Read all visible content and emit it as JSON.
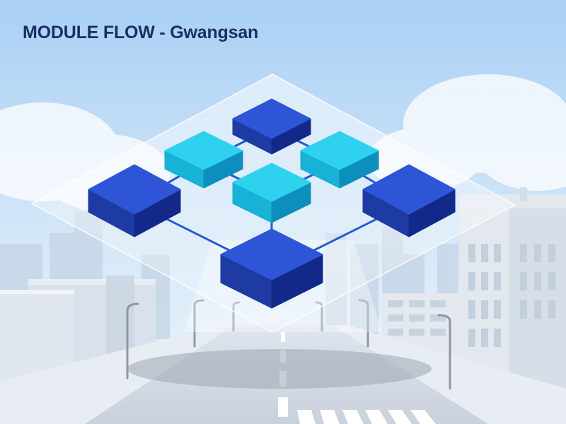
{
  "title": "MODULE FLOW - Gwangsan",
  "colors": {
    "dark_top": "#2d55d6",
    "dark_left": "#1e3aa3",
    "dark_right": "#13298a",
    "light_top": "#2fd2ee",
    "light_left": "#18b2d6",
    "light_right": "#0d8fbd",
    "connector": "#2557d6",
    "title": "#1a2f66"
  },
  "diagram": {
    "modules": [
      {
        "id": "top",
        "tone": "dark"
      },
      {
        "id": "upper-left",
        "tone": "light"
      },
      {
        "id": "upper-right",
        "tone": "light"
      },
      {
        "id": "center",
        "tone": "light"
      },
      {
        "id": "left",
        "tone": "dark"
      },
      {
        "id": "right",
        "tone": "dark"
      },
      {
        "id": "bottom",
        "tone": "dark"
      }
    ],
    "connections": [
      [
        "top",
        "upper-left"
      ],
      [
        "top",
        "upper-right"
      ],
      [
        "upper-left",
        "left"
      ],
      [
        "upper-left",
        "center"
      ],
      [
        "upper-right",
        "center"
      ],
      [
        "upper-right",
        "right"
      ],
      [
        "left",
        "bottom"
      ],
      [
        "center",
        "bottom"
      ],
      [
        "right",
        "bottom"
      ]
    ]
  }
}
